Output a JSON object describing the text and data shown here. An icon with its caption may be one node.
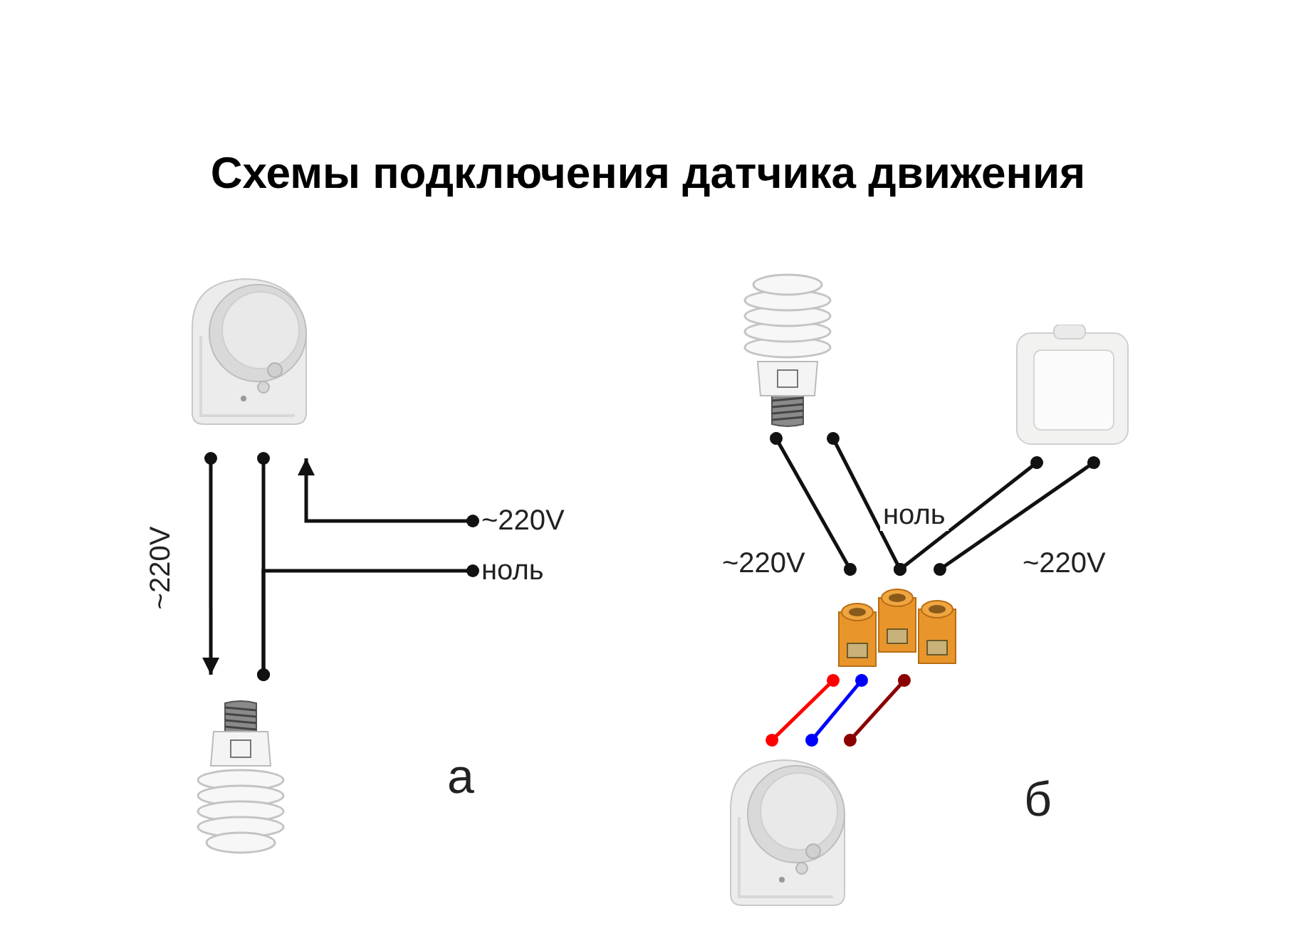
{
  "diagram": {
    "title": "Схемы подключения датчика движения",
    "nodes": [
      {
        "text": [],
        "shape": "picture"
      },
      {
        "text": [],
        "shape": "picture"
      },
      {
        "text": [
          "~220V"
        ]
      },
      {
        "text": [
          "ноль"
        ]
      },
      {
        "text": [],
        "shape": "picture"
      },
      {
        "text": [],
        "shape": "picture"
      },
      {
        "text": [],
        "shape": "picture"
      },
      {
        "text": [],
        "shape": "picture"
      }
    ],
    "edges": [
      {
        "from": 0,
        "to": 1,
        "arrow": "to",
        "label": "~220V"
      },
      {
        "from": 0,
        "to": 1,
        "arrow": "other"
      },
      {
        "from": 3,
        "to": 1,
        "arrow": "other"
      },
      {
        "from": 2,
        "to": 0,
        "arrow": "to"
      },
      {
        "from": 4,
        "to": 6,
        "arrow": "other",
        "label": "~220V"
      },
      {
        "from": 4,
        "to": 6,
        "arrow": "other",
        "label": "ноль"
      },
      {
        "from": 5,
        "to": 6,
        "arrow": "other"
      },
      {
        "from": 5,
        "to": 6,
        "arrow": "other",
        "label": "~220V"
      },
      {
        "from": 6,
        "to": 7,
        "arrow": "other",
        "color": "#ff0000"
      },
      {
        "from": 6,
        "to": 7,
        "arrow": "other",
        "color": "#0000ff"
      },
      {
        "from": 6,
        "to": 7,
        "arrow": "other",
        "color": "#8b0000"
      }
    ],
    "labels": [
      "а",
      "б"
    ]
  }
}
